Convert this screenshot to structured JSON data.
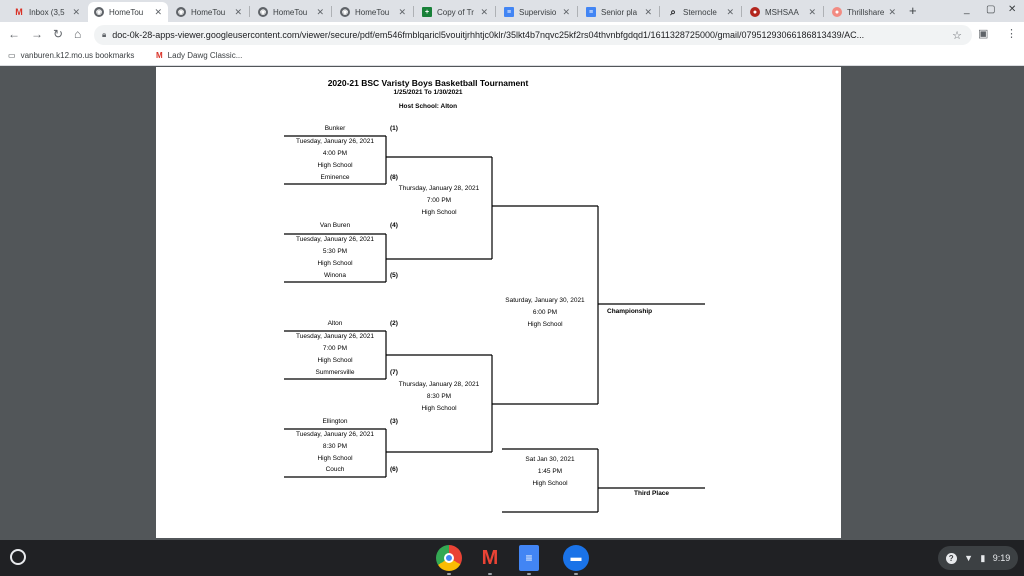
{
  "tabs": [
    {
      "label": "Inbox (3,5",
      "icon": "gmail-icon",
      "active": false
    },
    {
      "label": "HomeTou",
      "icon": "globe-icon",
      "active": true
    },
    {
      "label": "HomeTou",
      "icon": "globe-icon",
      "active": false
    },
    {
      "label": "HomeTou",
      "icon": "globe-icon",
      "active": false
    },
    {
      "label": "HomeTou",
      "icon": "globe-icon",
      "active": false
    },
    {
      "label": "Copy of Tr",
      "icon": "sheets-icon",
      "active": false
    },
    {
      "label": "Supervisio",
      "icon": "docs-icon",
      "active": false
    },
    {
      "label": "Senior pla",
      "icon": "docs-icon",
      "active": false
    },
    {
      "label": "Sternocle",
      "icon": "search-icon",
      "active": false
    },
    {
      "label": "MSHSAA",
      "icon": "mshsaa-icon",
      "active": false
    },
    {
      "label": "Thrillshare",
      "icon": "pin-icon",
      "active": false
    }
  ],
  "toolbar": {
    "url": "doc-0k-28-apps-viewer.googleusercontent.com/viewer/secure/pdf/em546fmblqaricl5vouitjrhhtjc0klr/35lkt4b7nqvc25kf2rs04thvnbfgdqd1/1611328725000/gmail/07951293066186813439/AC..."
  },
  "bookmarks": [
    {
      "label": "vanburen.k12.mo.us bookmarks",
      "icon": "folder-icon"
    },
    {
      "label": "Lady Dawg Classic...",
      "icon": "gmail-icon"
    }
  ],
  "bracket": {
    "title": "2020-21 BSC Varisty Boys  Basketball Tournament",
    "dates": "1/25/2021 To 1/30/2021",
    "host": "Host School:  Alton",
    "round1": [
      {
        "top_team": "Bunker",
        "top_seed": "(1)",
        "date": "Tuesday, January 26, 2021",
        "time": "4:00 PM",
        "venue": "High School",
        "bottom_team": "Eminence",
        "bottom_seed": "(8)"
      },
      {
        "top_team": "Van Buren",
        "top_seed": "(4)",
        "date": "Tuesday, January 26, 2021",
        "time": "5:30 PM",
        "venue": "High School",
        "bottom_team": "Winona",
        "bottom_seed": "(5)"
      },
      {
        "top_team": "Alton",
        "top_seed": "(2)",
        "date": "Tuesday, January 26, 2021",
        "time": "7:00 PM",
        "venue": "High School",
        "bottom_team": "Summersville",
        "bottom_seed": "(7)"
      },
      {
        "top_team": "Ellington",
        "top_seed": "(3)",
        "date": "Tuesday, January 26, 2021",
        "time": "8:30 PM",
        "venue": "High School",
        "bottom_team": "Couch",
        "bottom_seed": "(6)"
      }
    ],
    "semis": [
      {
        "date": "Thursday, January 28, 2021",
        "time": "7:00 PM",
        "venue": "High School"
      },
      {
        "date": "Thursday, January 28, 2021",
        "time": "8:30 PM",
        "venue": "High School"
      }
    ],
    "championship": {
      "date": "Saturday, January 30, 2021",
      "time": "6:00 PM",
      "venue": "High School",
      "label": "Championship"
    },
    "third_place": {
      "date": "Sat Jan 30, 2021",
      "time": "1:45 PM",
      "venue": "High School",
      "label": "Third Place"
    }
  },
  "shelf": {
    "apps": [
      "chrome-icon",
      "gmail-icon",
      "docs-icon",
      "files-icon"
    ],
    "time": "9:19"
  }
}
